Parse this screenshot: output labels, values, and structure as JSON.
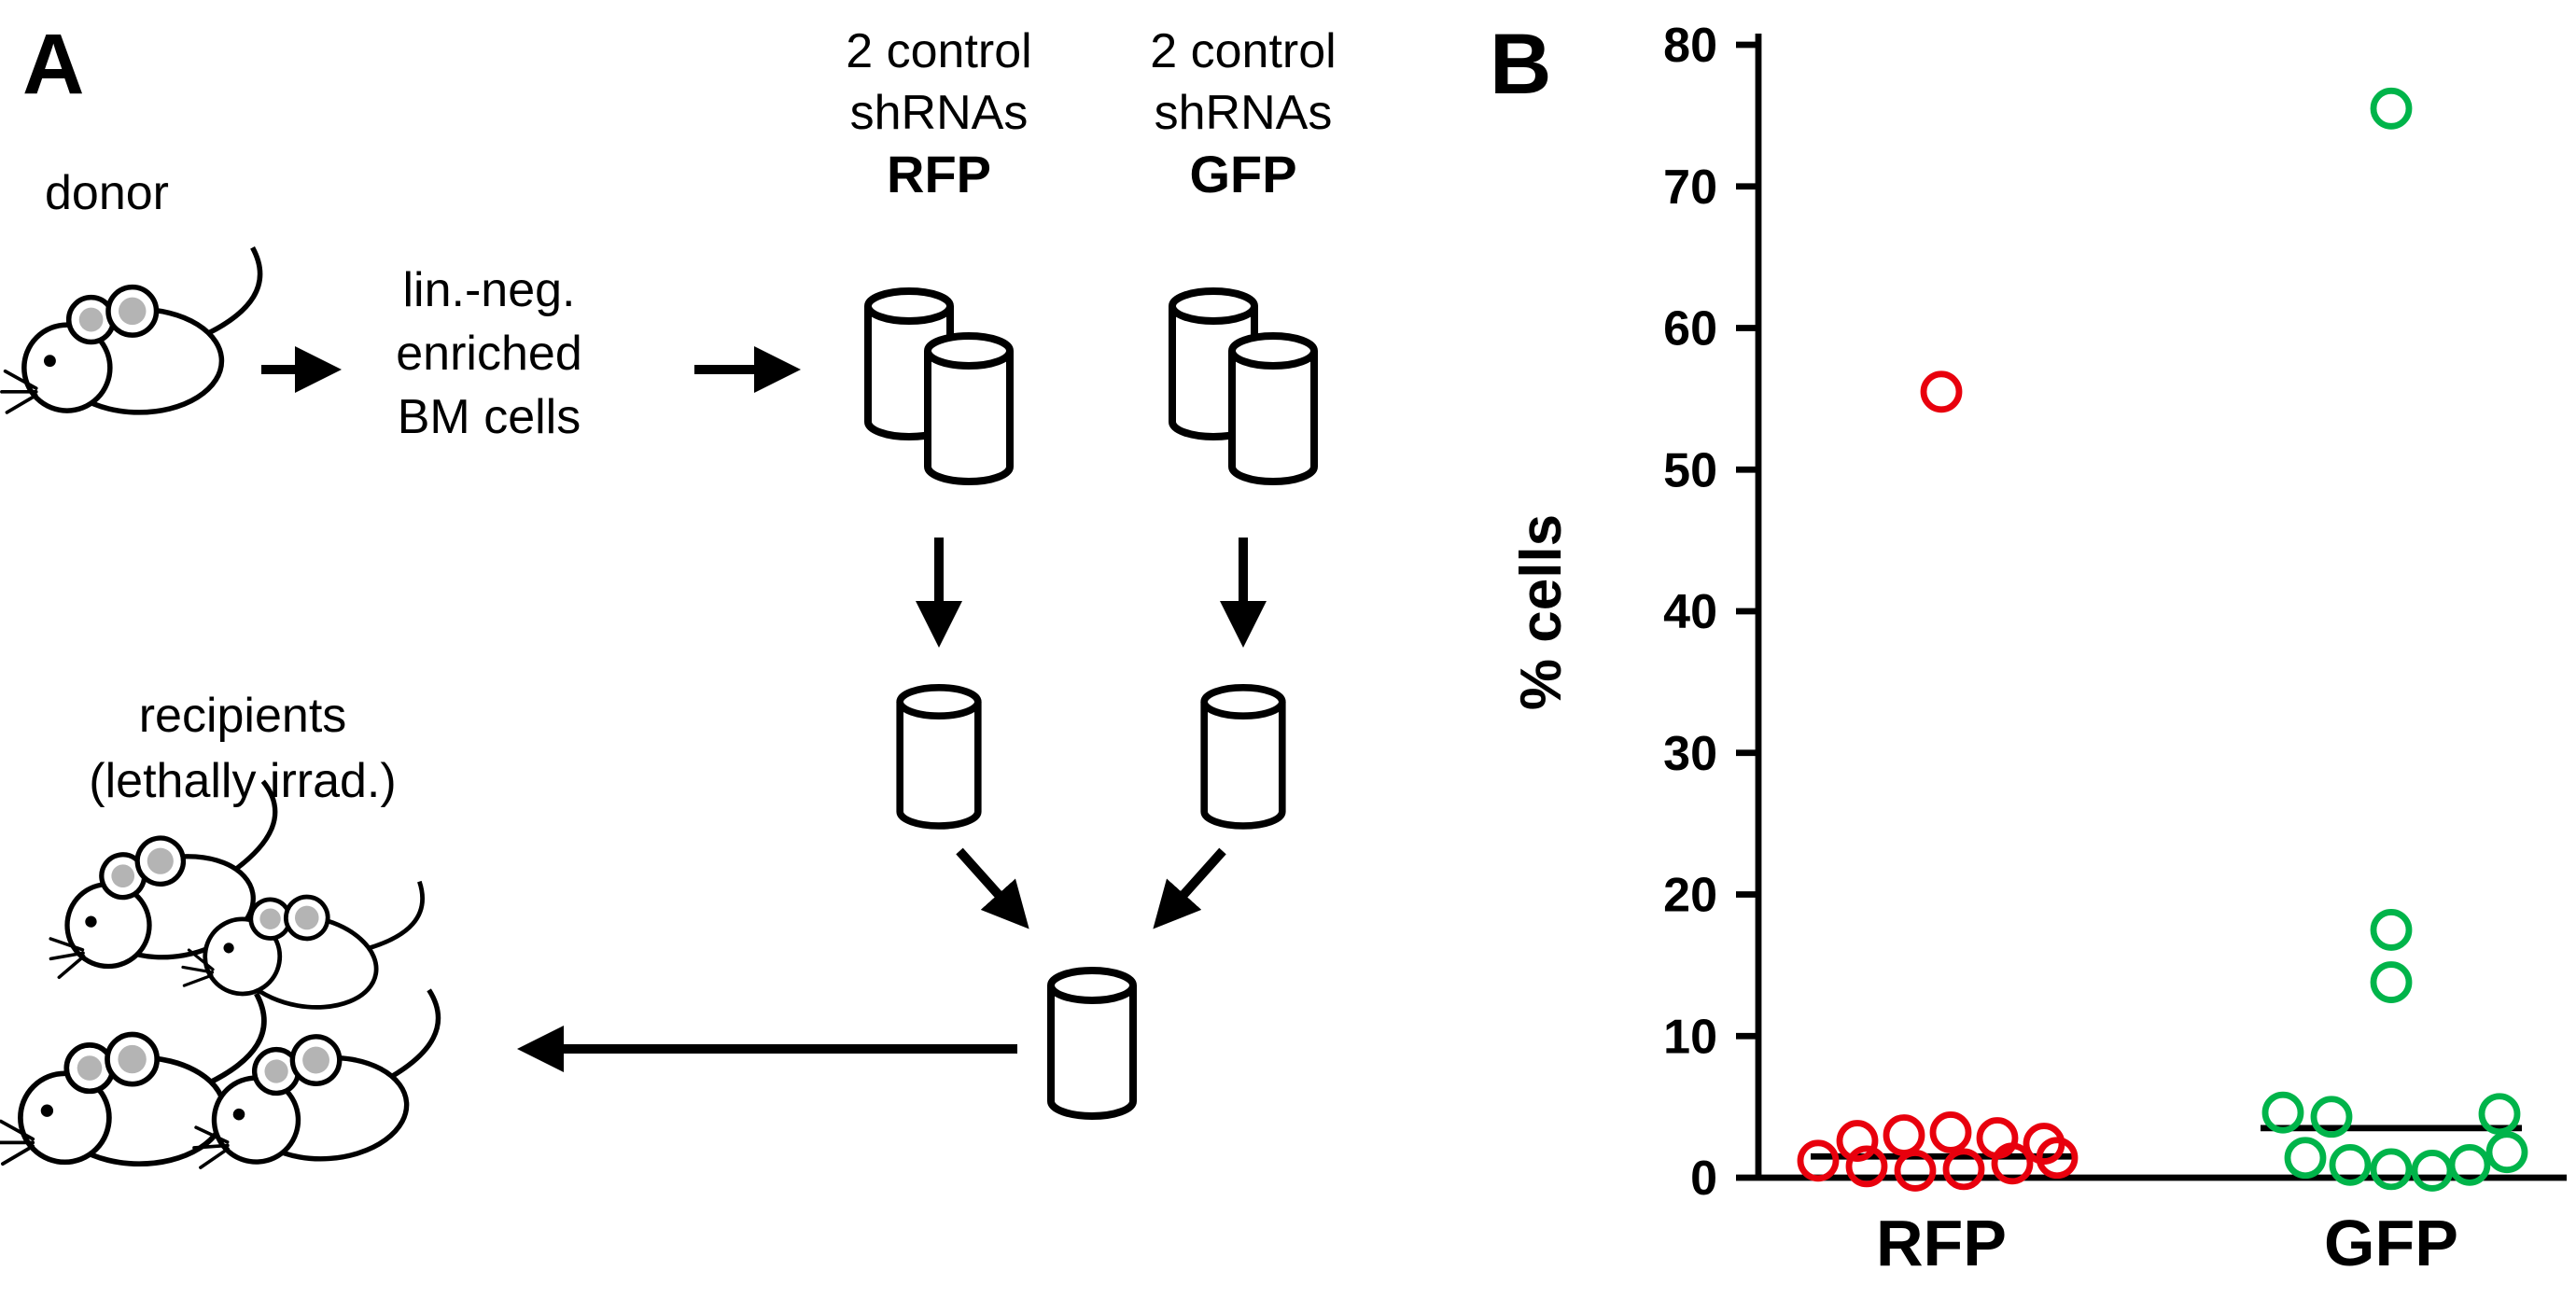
{
  "figure": {
    "panel_a_label": "A",
    "panel_b_label": "B"
  },
  "diagram": {
    "donor_label": "donor",
    "lin_neg_lines": [
      "lin.-neg.",
      "enriched",
      "BM cells"
    ],
    "recipients_lines": [
      "recipients",
      "(lethally irrad.)"
    ],
    "headers": [
      {
        "line1": "2 control",
        "line2": "shRNAs",
        "tag": "RFP",
        "color": "#e8000d"
      },
      {
        "line1": "2 control",
        "line2": "shRNAs",
        "tag": "GFP",
        "color": "#00a651"
      }
    ]
  },
  "chart_data": {
    "type": "scatter",
    "title": "",
    "xlabel": "",
    "ylabel": "% cells",
    "ylim": [
      0,
      80
    ],
    "yticks": [
      0,
      10,
      20,
      30,
      40,
      50,
      60,
      70,
      80
    ],
    "grid": false,
    "legend": false,
    "marker": "open-circle",
    "groups": [
      {
        "label": "RFP",
        "color": "#e8000d",
        "median": 1.5,
        "values": [
          55.5,
          2.6,
          3.0,
          3.2,
          2.8,
          2.4,
          1.2,
          0.8,
          0.5,
          0.6,
          1.0,
          1.4
        ],
        "x_offsets": [
          0,
          -45,
          -20,
          5,
          30,
          55,
          -66,
          -40,
          -14,
          12,
          38,
          62
        ]
      },
      {
        "label": "GFP",
        "color": "#00b44a",
        "median": 3.5,
        "values": [
          75.5,
          17.5,
          13.8,
          4.6,
          4.3,
          4.5,
          1.4,
          0.9,
          0.6,
          0.5,
          0.9,
          1.8
        ],
        "x_offsets": [
          0,
          0,
          0,
          -58,
          -32,
          58,
          -46,
          -22,
          0,
          22,
          42,
          62
        ]
      }
    ]
  }
}
